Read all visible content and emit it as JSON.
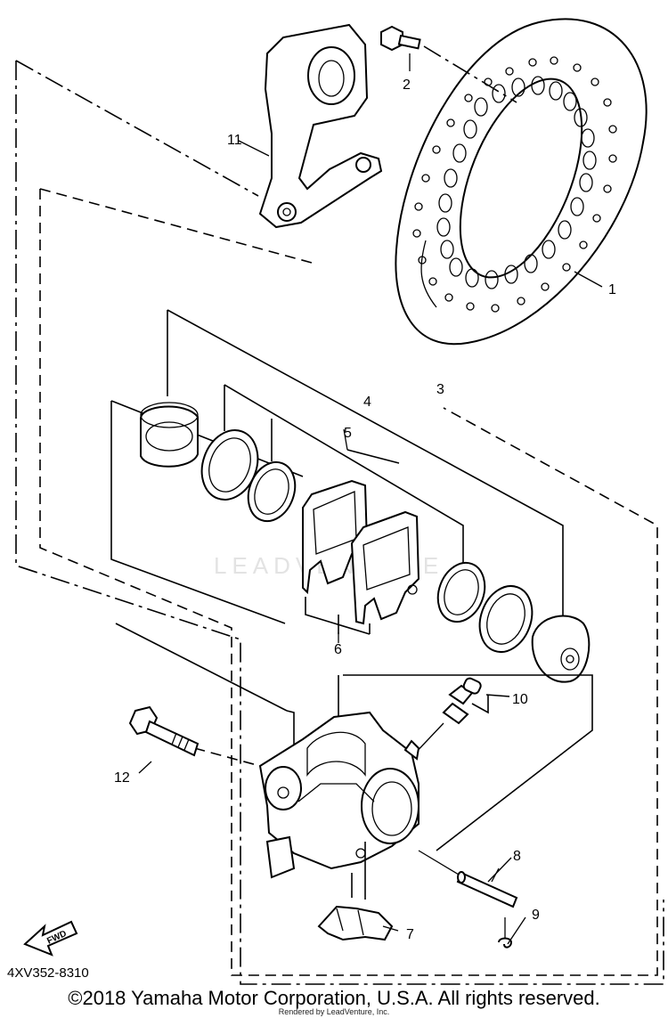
{
  "diagram": {
    "callouts": {
      "c1": "1",
      "c2": "2",
      "c3": "3",
      "c4": "4",
      "c5": "5",
      "c6": "6",
      "c7": "7",
      "c8": "8",
      "c9": "9",
      "c10": "10",
      "c11": "11",
      "c12": "12"
    },
    "fwd_label": "FWD",
    "diagram_code": "4XV352-8310",
    "watermark": "LEADVENTURE"
  },
  "footer": {
    "copyright": "©2018 Yamaha Motor Corporation, U.S.A. All rights reserved.",
    "rendered_by": "Rendered by LeadVenture, Inc."
  }
}
